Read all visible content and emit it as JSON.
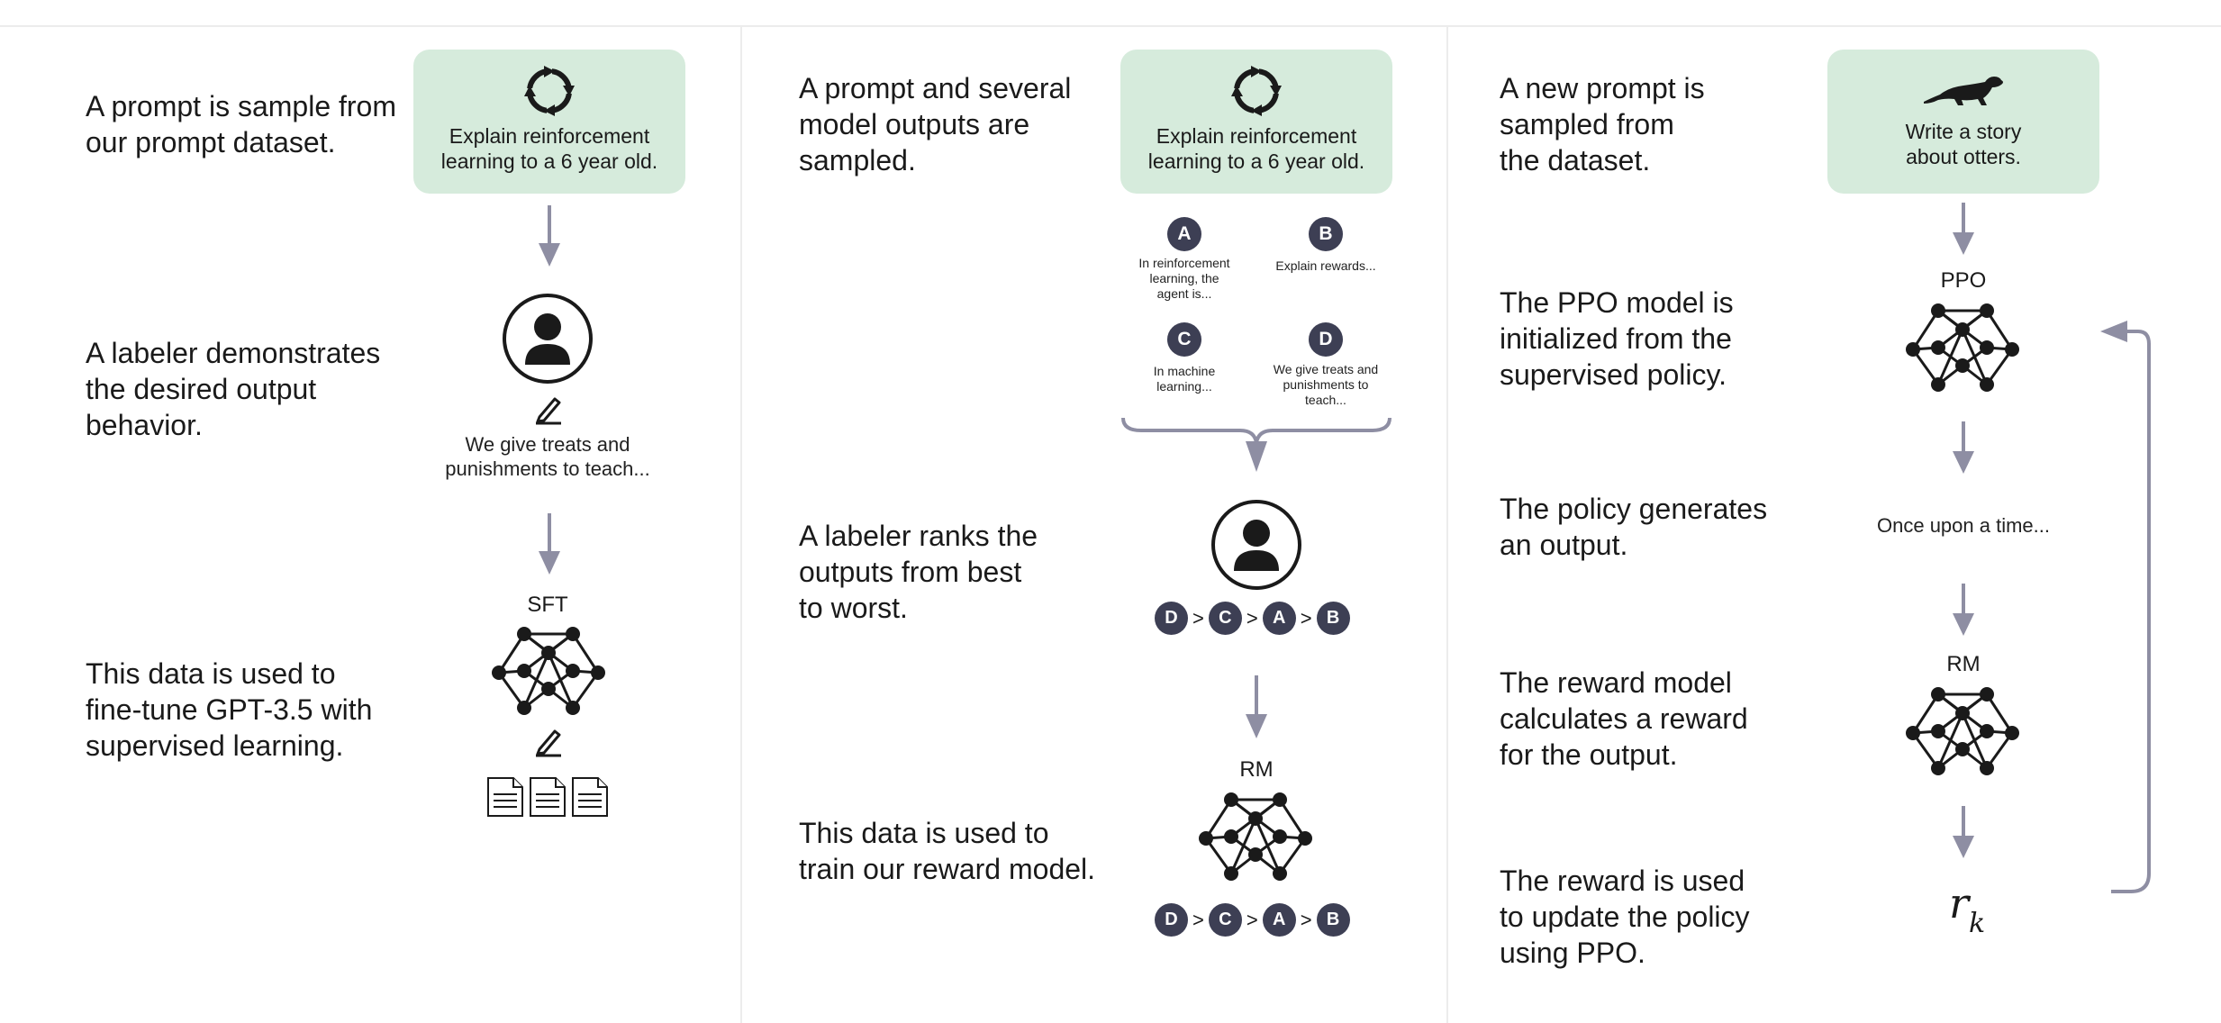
{
  "step1": {
    "desc_prompt": "A prompt is sample from\nour prompt dataset.",
    "prompt_text": "Explain reinforcement\nlearning to a 6 year old.",
    "desc_demo": "A labeler demonstrates\nthe desired output\nbehavior.",
    "demo_text": "We give treats and\npunishments to teach...",
    "desc_finetune": "This data is used to\nfine-tune GPT-3.5 with\nsupervised learning.",
    "model_label": "SFT"
  },
  "step2": {
    "desc_sample": "A prompt and several\nmodel outputs are\nsampled.",
    "prompt_text": "Explain reinforcement\nlearning to a 6 year old.",
    "outputs": [
      {
        "letter": "A",
        "text": "In reinforcement\nlearning, the\nagent is..."
      },
      {
        "letter": "B",
        "text": "Explain rewards..."
      },
      {
        "letter": "C",
        "text": "In machine\nlearning..."
      },
      {
        "letter": "D",
        "text": "We give treats and\npunishments to\nteach..."
      }
    ],
    "desc_rank": "A labeler ranks the\noutputs from best\nto worst.",
    "ranking": [
      "D",
      "C",
      "A",
      "B"
    ],
    "gt": ">",
    "desc_train": "This data is used to\ntrain our reward model.",
    "model_label": "RM"
  },
  "step3": {
    "desc_new_prompt": "A new prompt is\nsampled from\nthe dataset.",
    "prompt_text": "Write a story\nabout otters.",
    "desc_ppo_init": "The PPO model is\ninitialized from the\nsupervised policy.",
    "ppo_label": "PPO",
    "desc_policy_output": "The policy generates\nan output.",
    "output_text": "Once upon a time...",
    "desc_reward_calc": "The reward model\ncalculates a reward\nfor the output.",
    "rm_label": "RM",
    "desc_update": "The reward is used\nto update the policy\nusing PPO.",
    "reward_symbol": "r",
    "reward_subscript": "k"
  },
  "colors": {
    "prompt_box": "#d6ebdc",
    "arrow": "#8e8ea3",
    "badge": "#3d3f54",
    "node": "#1a1a1a",
    "divider": "#ececec"
  },
  "icons": [
    "cycle-icon",
    "labeler-icon",
    "pencil-icon",
    "neural-network-icon",
    "document-icon",
    "otter-icon",
    "brace-icon",
    "arrow-down-icon",
    "loop-arrow-icon"
  ]
}
